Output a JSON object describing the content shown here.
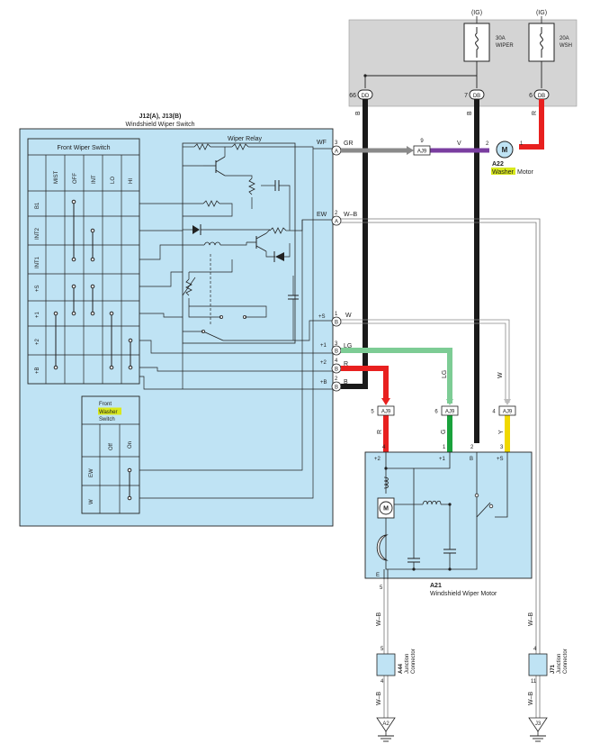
{
  "fuse_box": {
    "fuses": [
      {
        "supply": "(IG)",
        "rating": "30A",
        "name": "WIPER"
      },
      {
        "supply": "(IG)",
        "rating": "20A",
        "name": "WSH"
      }
    ],
    "pins": [
      {
        "num": "66",
        "code": "DD"
      },
      {
        "num": "7",
        "code": "DB"
      },
      {
        "num": "6",
        "code": "DB"
      }
    ]
  },
  "wire_colors": {
    "fuse_left": "B",
    "fuse_mid": "B",
    "fuse_right": "R",
    "wf": "GR",
    "washer_feed": "V",
    "ew": "W–B",
    "plus_s": "W",
    "plus_one": "LG",
    "plus_two": "R",
    "plus_b": "B",
    "drop_lg": "LG",
    "drop_w": "W",
    "after_aj9_1": "R",
    "after_aj9_2": "G",
    "after_aj9_3": "Y",
    "gnd_left_top": "W–B",
    "gnd_left_bot": "W–B",
    "gnd_right_top": "W–B",
    "gnd_right_bot": "W–B"
  },
  "switch": {
    "code": "J12(A), J13(B)",
    "name": "Windshield Wiper Switch",
    "front_wiper_title": "Front Wiper Switch",
    "columns": [
      "MIST",
      "OFF",
      "INT",
      "LO",
      "HI"
    ],
    "rows": [
      "B1",
      "INT2",
      "INT1",
      "+S",
      "+1",
      "+2",
      "+B"
    ],
    "relay_title": "Wiper Relay",
    "washer_title_1": "Front",
    "washer_title_2": "Washer",
    "washer_title_3": "Switch",
    "washer_columns": [
      "Off",
      "On"
    ],
    "washer_rows": [
      "EW",
      "W"
    ],
    "terminals": [
      {
        "label": "WF",
        "pin": "3",
        "conn": "A"
      },
      {
        "label": "EW",
        "pin": "2",
        "conn": "A"
      },
      {
        "label": "+S",
        "pin": "1",
        "conn": "B"
      },
      {
        "label": "+1",
        "pin": "3",
        "conn": "B"
      },
      {
        "label": "+2",
        "pin": "4",
        "conn": "B"
      },
      {
        "label": "+B",
        "pin": "2",
        "conn": "B"
      }
    ]
  },
  "connectors": {
    "aj9_top": {
      "pin": "9",
      "code": "AJ9"
    },
    "aj9_row": [
      {
        "pin": "5",
        "code": "AJ9"
      },
      {
        "pin": "6",
        "code": "AJ9"
      },
      {
        "pin": "4",
        "code": "AJ9"
      }
    ]
  },
  "washer_motor": {
    "code": "A22",
    "name_highlight": "Washer",
    "name_rest": "Motor",
    "symbol": "M",
    "pin_left": "2",
    "pin_right": "1"
  },
  "wiper_motor": {
    "code": "A21",
    "name": "Windshield Wiper Motor",
    "pins": [
      "4",
      "1",
      "2",
      "3"
    ],
    "terms": [
      "+2",
      "+1",
      "B",
      "+S"
    ],
    "ground_term": "E",
    "ground_pin": "5",
    "symbol": "M"
  },
  "junctions": [
    {
      "code": "A44",
      "name": "Junction",
      "name2": "Connector",
      "pin_top": "5",
      "pin_bottom": "4",
      "ground": "A2"
    },
    {
      "code": "J71",
      "name": "Junction",
      "name2": "Connector",
      "pin_top": "4",
      "pin_bottom": "11",
      "ground": "J3"
    }
  ],
  "colors": {
    "panel_fill": "#bfe3f4",
    "fuse_box_fill": "#d4d4d4",
    "wire_black": "#1a1a1a",
    "wire_red": "#e8201f",
    "wire_gray": "#8a8a8a",
    "wire_violet": "#7a3ea0",
    "wire_lightgreen": "#7dcc95",
    "wire_green": "#1aa23c",
    "wire_yellow": "#f0d800",
    "highlight": "#d8e81c"
  }
}
